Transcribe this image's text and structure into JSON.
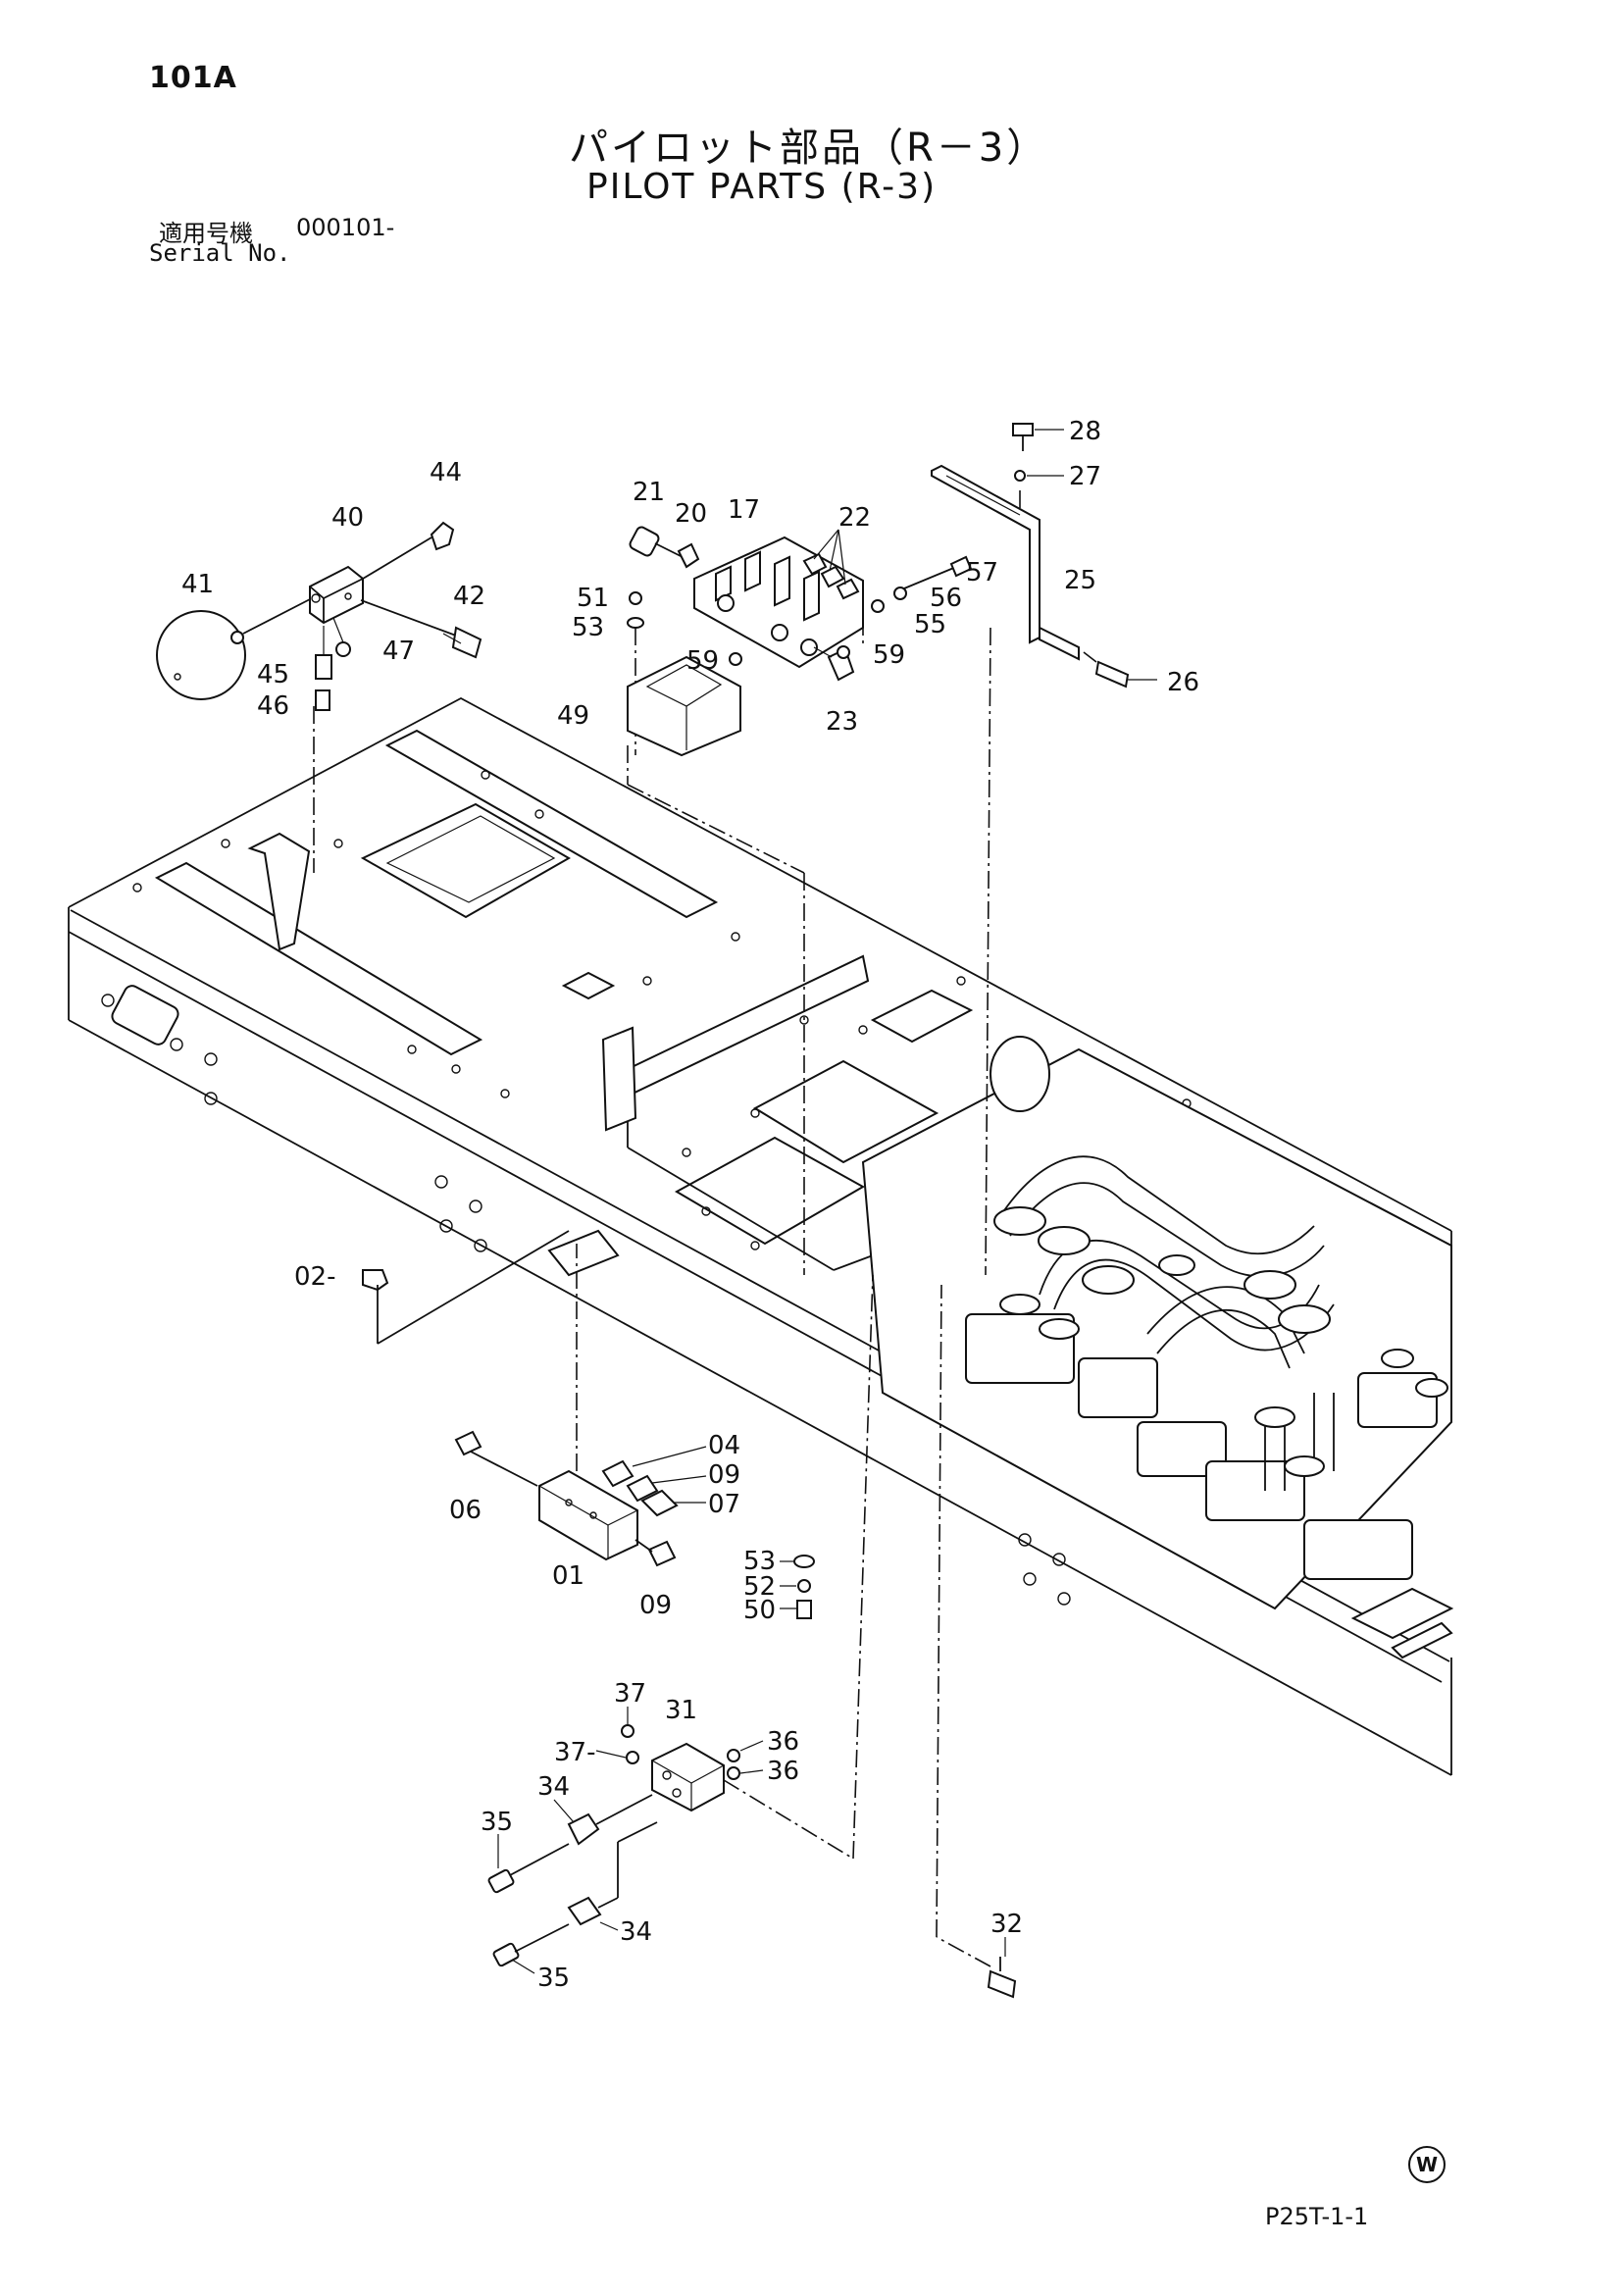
{
  "header": {
    "page_code": "101A",
    "title_jp": "パイロット部品（R－3）",
    "title_en": "PILOT PARTS (R-3)",
    "serial_label_jp": "適用号機",
    "serial_value": "000101-",
    "serial_label_en": "Serial No."
  },
  "footer": {
    "sheet_code": "P25T-1-1",
    "mark": "W"
  },
  "callouts": {
    "c01": "01",
    "c02": "02-",
    "c04": "04",
    "c06": "06",
    "c07": "07",
    "c09a": "09",
    "c09b": "09",
    "c17": "17",
    "c20": "20",
    "c21": "21",
    "c22": "22",
    "c23": "23",
    "c25": "25",
    "c26": "26",
    "c27": "27",
    "c28": "28",
    "c31": "31",
    "c32": "32",
    "c34a": "34",
    "c34b": "34",
    "c35a": "35",
    "c35b": "35",
    "c36a": "36",
    "c36b": "36",
    "c37a": "37",
    "c37b": "37-",
    "c40": "40",
    "c41": "41",
    "c42": "42",
    "c44": "44",
    "c45": "45",
    "c46": "46",
    "c47": "47",
    "c49": "49",
    "c50": "50",
    "c51": "51",
    "c52": "52",
    "c53a": "53",
    "c53b": "53",
    "c55": "55",
    "c56": "56",
    "c57": "57",
    "c59a": "59",
    "c59b": "59"
  }
}
